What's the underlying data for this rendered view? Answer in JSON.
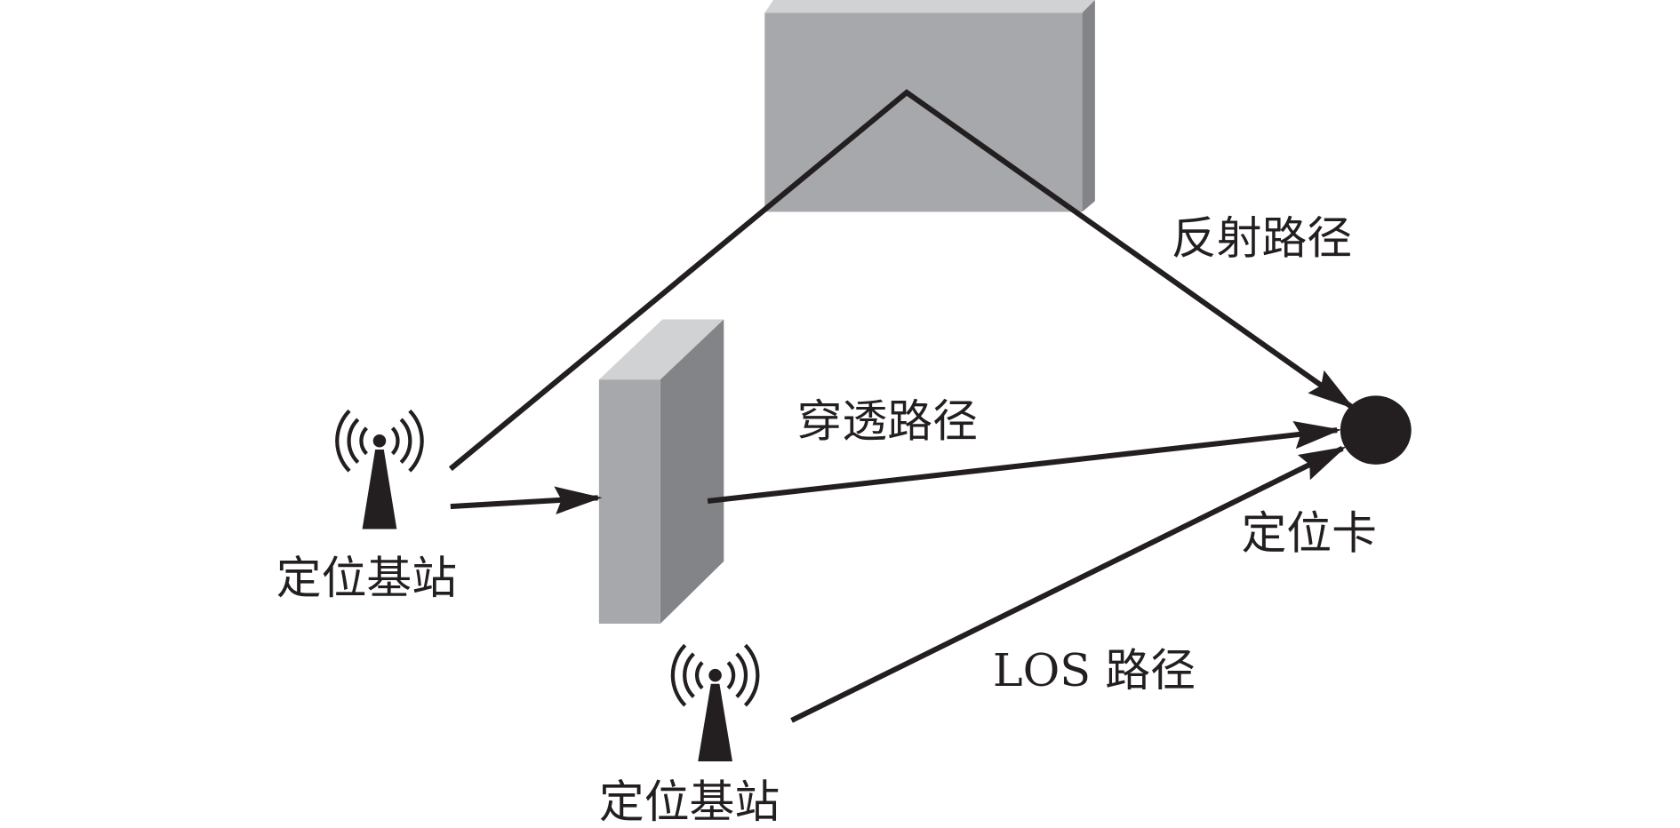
{
  "labels": {
    "reflection_path": "反射路径",
    "penetration_path": "穿透路径",
    "los_path": "LOS 路径",
    "tag": "定位卡",
    "base_station_1": "定位基站",
    "base_station_2": "定位基站"
  },
  "colors": {
    "wall_front": "#a7a8ac",
    "wall_side": "#838487",
    "wall_top": "#d1d2d4",
    "line": "#231f20"
  }
}
